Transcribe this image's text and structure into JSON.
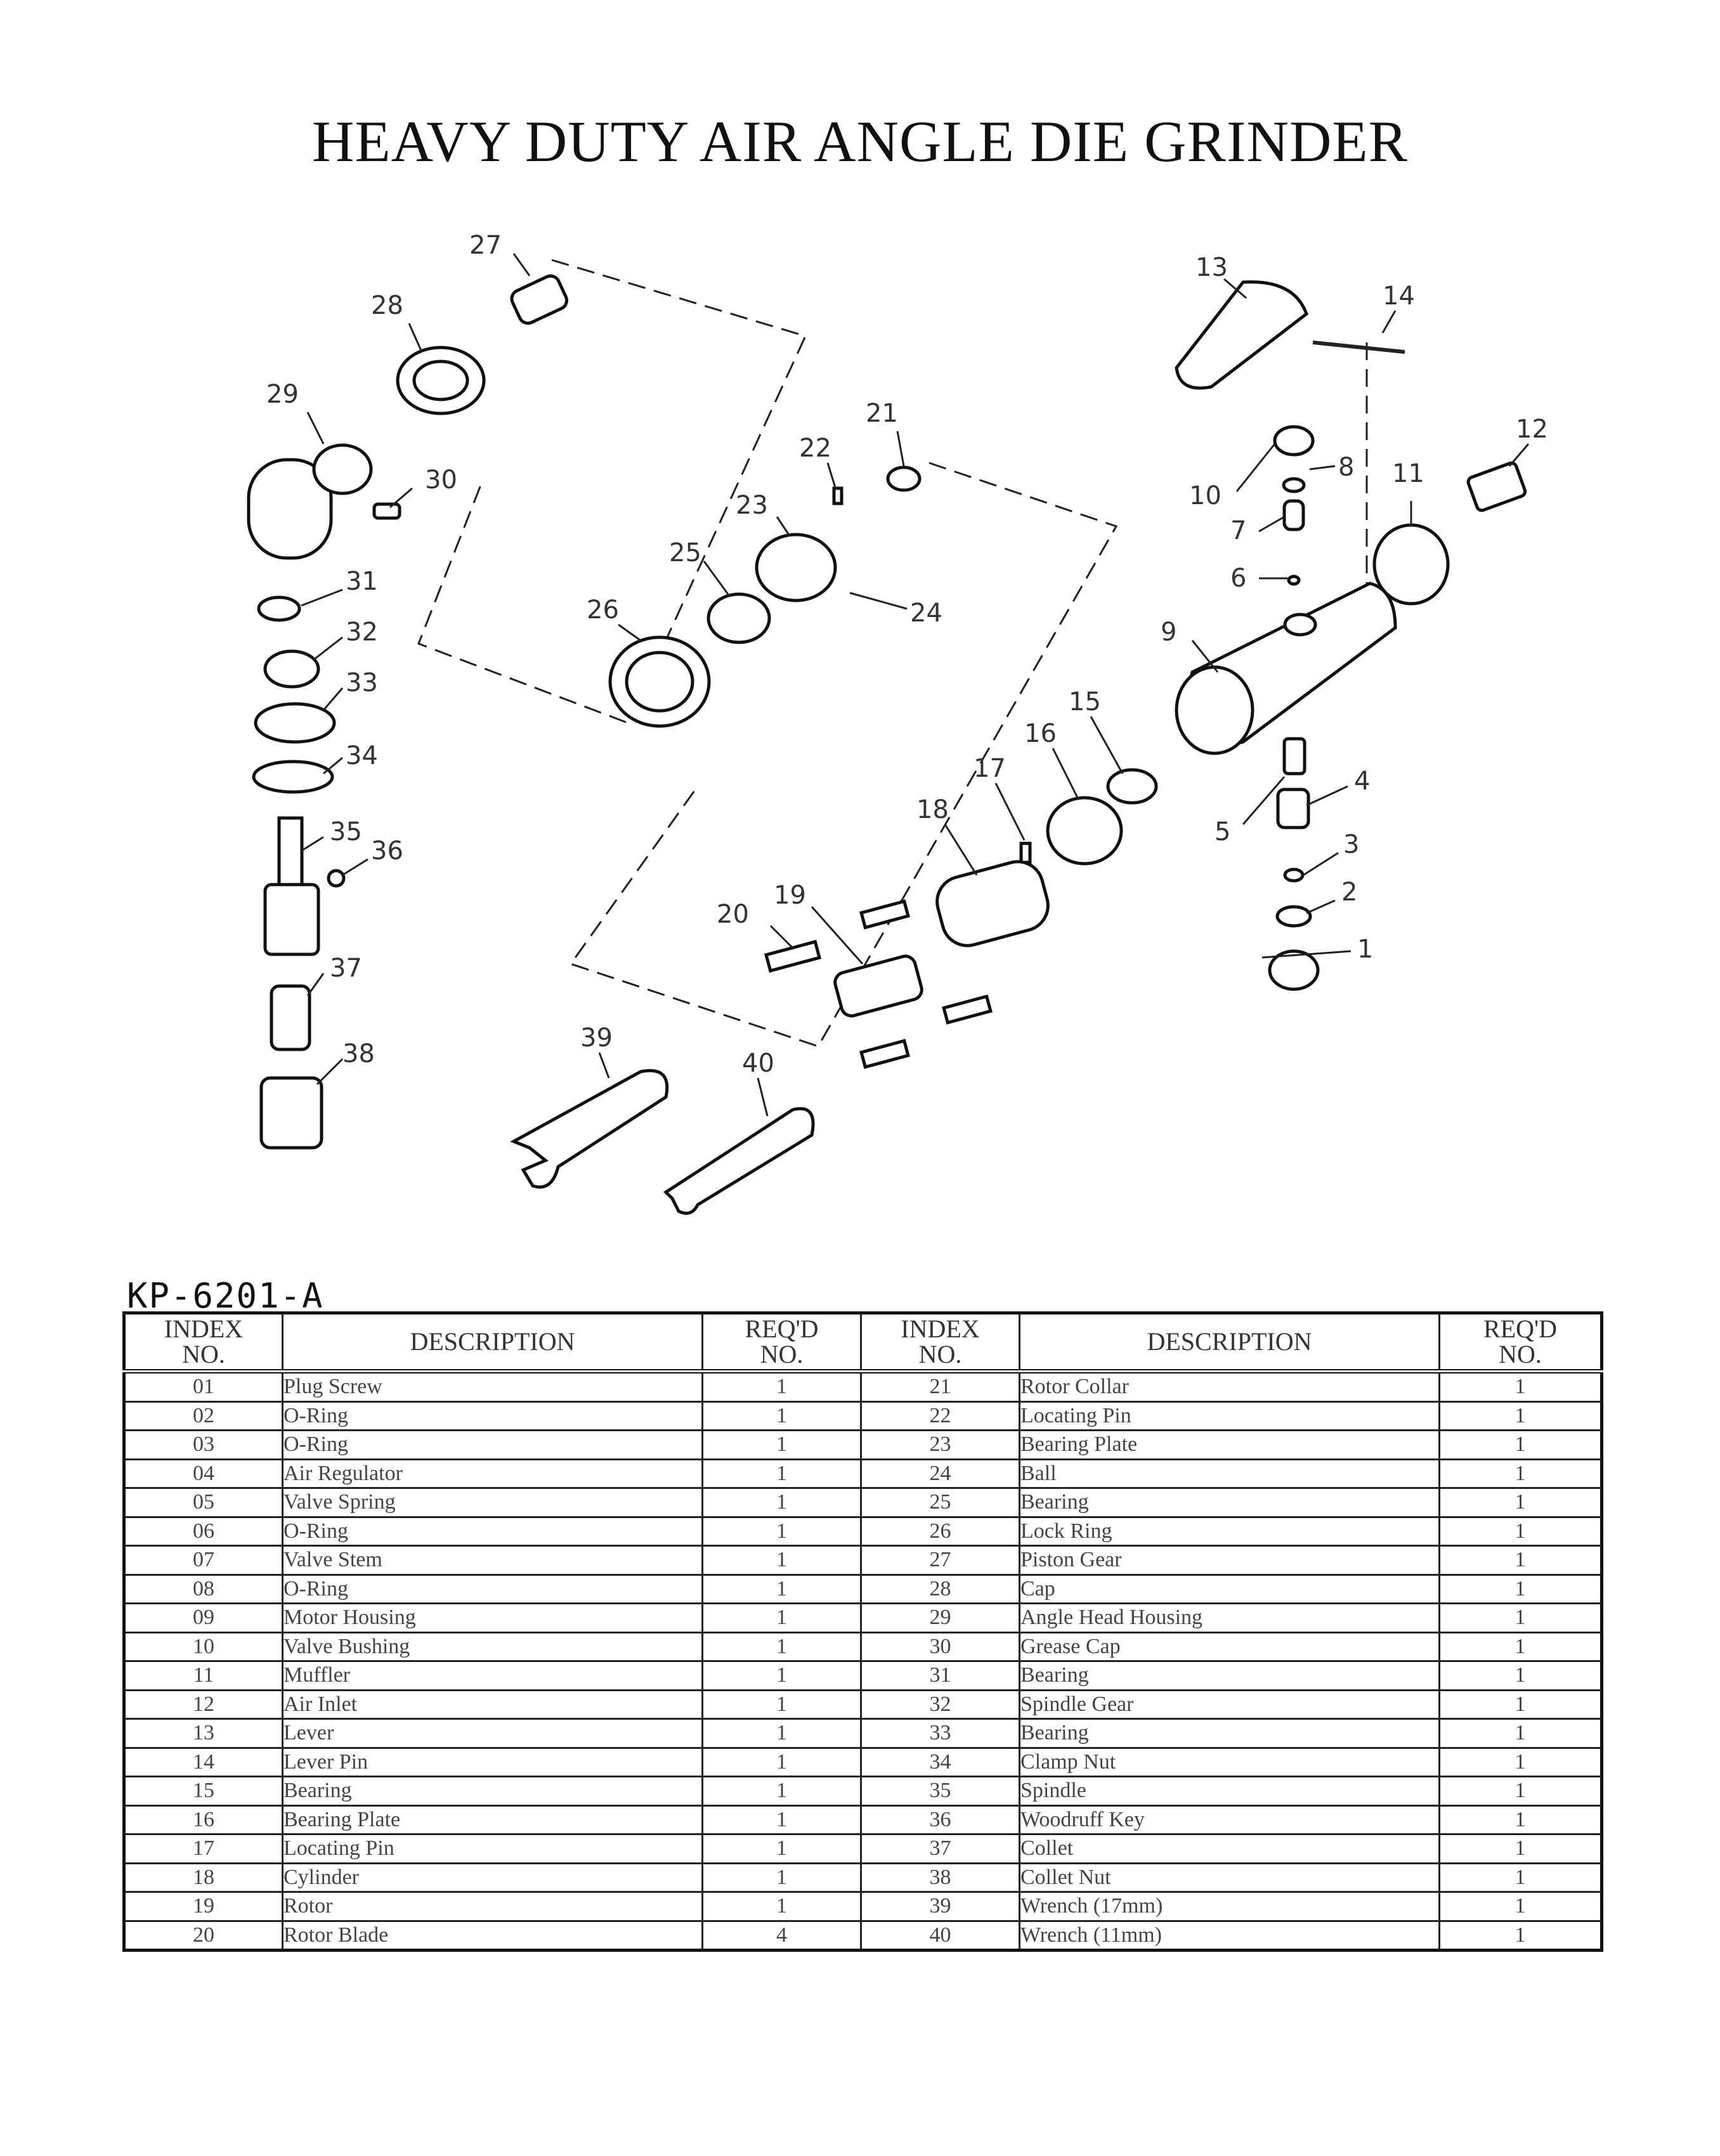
{
  "title": "HEAVY DUTY AIR ANGLE DIE GRINDER",
  "model": "KP-6201-A",
  "table": {
    "headers": {
      "index": [
        "INDEX",
        "NO."
      ],
      "description": "DESCRIPTION",
      "reqd": [
        "REQ'D",
        "NO."
      ]
    },
    "rows": [
      {
        "left": {
          "index": "01",
          "description": "Plug Screw",
          "qty": "1"
        },
        "right": {
          "index": "21",
          "description": "Rotor Collar",
          "qty": "1"
        }
      },
      {
        "left": {
          "index": "02",
          "description": "O-Ring",
          "qty": "1"
        },
        "right": {
          "index": "22",
          "description": "Locating Pin",
          "qty": "1"
        }
      },
      {
        "left": {
          "index": "03",
          "description": "O-Ring",
          "qty": "1"
        },
        "right": {
          "index": "23",
          "description": "Bearing Plate",
          "qty": "1"
        }
      },
      {
        "left": {
          "index": "04",
          "description": "Air Regulator",
          "qty": "1"
        },
        "right": {
          "index": "24",
          "description": "Ball",
          "qty": "1"
        }
      },
      {
        "left": {
          "index": "05",
          "description": "Valve Spring",
          "qty": "1"
        },
        "right": {
          "index": "25",
          "description": "Bearing",
          "qty": "1"
        }
      },
      {
        "left": {
          "index": "06",
          "description": "O-Ring",
          "qty": "1"
        },
        "right": {
          "index": "26",
          "description": "Lock Ring",
          "qty": "1"
        }
      },
      {
        "left": {
          "index": "07",
          "description": "Valve Stem",
          "qty": "1"
        },
        "right": {
          "index": "27",
          "description": "Piston Gear",
          "qty": "1"
        }
      },
      {
        "left": {
          "index": "08",
          "description": "O-Ring",
          "qty": "1"
        },
        "right": {
          "index": "28",
          "description": "Cap",
          "qty": "1"
        }
      },
      {
        "left": {
          "index": "09",
          "description": "Motor Housing",
          "qty": "1"
        },
        "right": {
          "index": "29",
          "description": "Angle Head Housing",
          "qty": "1"
        }
      },
      {
        "left": {
          "index": "10",
          "description": "Valve Bushing",
          "qty": "1"
        },
        "right": {
          "index": "30",
          "description": "Grease Cap",
          "qty": "1"
        }
      },
      {
        "left": {
          "index": "11",
          "description": "Muffler",
          "qty": "1"
        },
        "right": {
          "index": "31",
          "description": "Bearing",
          "qty": "1"
        }
      },
      {
        "left": {
          "index": "12",
          "description": "Air Inlet",
          "qty": "1"
        },
        "right": {
          "index": "32",
          "description": "Spindle Gear",
          "qty": "1"
        }
      },
      {
        "left": {
          "index": "13",
          "description": "Lever",
          "qty": "1"
        },
        "right": {
          "index": "33",
          "description": "Bearing",
          "qty": "1"
        }
      },
      {
        "left": {
          "index": "14",
          "description": "Lever Pin",
          "qty": "1"
        },
        "right": {
          "index": "34",
          "description": "Clamp Nut",
          "qty": "1"
        }
      },
      {
        "left": {
          "index": "15",
          "description": "Bearing",
          "qty": "1"
        },
        "right": {
          "index": "35",
          "description": "Spindle",
          "qty": "1"
        }
      },
      {
        "left": {
          "index": "16",
          "description": "Bearing Plate",
          "qty": "1"
        },
        "right": {
          "index": "36",
          "description": "Woodruff Key",
          "qty": "1"
        }
      },
      {
        "left": {
          "index": "17",
          "description": "Locating Pin",
          "qty": "1"
        },
        "right": {
          "index": "37",
          "description": "Collet",
          "qty": "1"
        }
      },
      {
        "left": {
          "index": "18",
          "description": "Cylinder",
          "qty": "1"
        },
        "right": {
          "index": "38",
          "description": "Collet Nut",
          "qty": "1"
        }
      },
      {
        "left": {
          "index": "19",
          "description": "Rotor",
          "qty": "1"
        },
        "right": {
          "index": "39",
          "description": "Wrench (17mm)",
          "qty": "1"
        }
      },
      {
        "left": {
          "index": "20",
          "description": "Rotor Blade",
          "qty": "4"
        },
        "right": {
          "index": "40",
          "description": "Wrench (11mm)",
          "qty": "1"
        }
      }
    ]
  },
  "callouts": [
    "1",
    "2",
    "3",
    "4",
    "5",
    "6",
    "7",
    "8",
    "9",
    "10",
    "11",
    "12",
    "13",
    "14",
    "15",
    "16",
    "17",
    "18",
    "19",
    "20",
    "21",
    "22",
    "23",
    "24",
    "25",
    "26",
    "27",
    "28",
    "29",
    "30",
    "31",
    "32",
    "33",
    "34",
    "35",
    "36",
    "37",
    "38",
    "39",
    "40"
  ]
}
